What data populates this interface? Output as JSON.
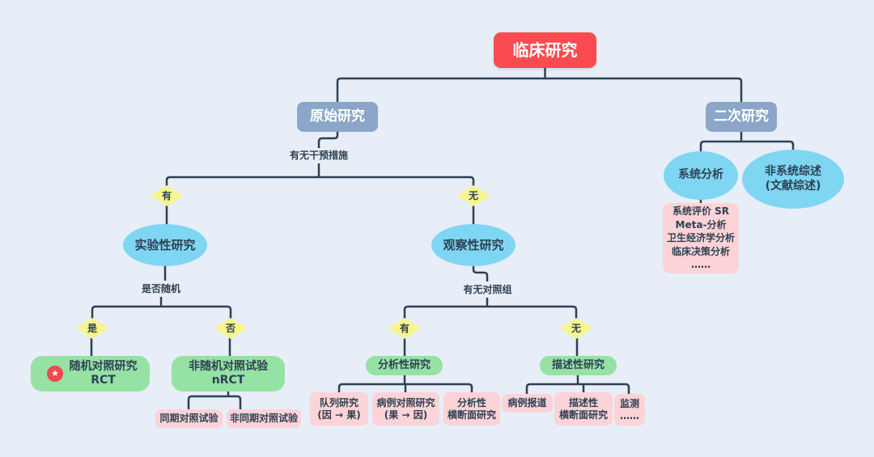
{
  "palette": {
    "background": "#e7eef8",
    "connector": "#2e4154",
    "root_red": "#fa4b50",
    "branch_blue_gray": "#8ba6c9",
    "ellipse_sky": "#7fd6f3",
    "diamond_yellow": "#f7f68c",
    "green": "#95e2a4",
    "pink": "#fcd3d7",
    "label_gray": "#eaeef5",
    "dark_text": "#2e4154",
    "star_red": "#f4474d"
  },
  "nodes": {
    "root": {
      "label": "临床研究"
    },
    "primary": {
      "label": "原始研究"
    },
    "secondary": {
      "label": "二次研究"
    },
    "q_intervention": {
      "label": "有无干预措施"
    },
    "yes1": {
      "label": "有"
    },
    "no1": {
      "label": "无"
    },
    "experimental": {
      "label": "实验性研究"
    },
    "observational": {
      "label": "观察性研究"
    },
    "q_random": {
      "label": "是否随机"
    },
    "yes2": {
      "label": "是"
    },
    "no2": {
      "label": "否"
    },
    "rct": {
      "line1": "随机对照研究",
      "line2": "RCT",
      "star_icon": "★"
    },
    "nrct": {
      "line1": "非随机对照试验",
      "line2": "nRCT"
    },
    "concurrent": {
      "label": "同期对照试验"
    },
    "nonconcurrent": {
      "label": "非同期对照试验"
    },
    "q_control": {
      "label": "有无对照组"
    },
    "yes3": {
      "label": "有"
    },
    "no3": {
      "label": "无"
    },
    "analytical": {
      "label": "分析性研究"
    },
    "descriptive": {
      "label": "描述性研究"
    },
    "cohort": {
      "line1": "队列研究",
      "line2": "(因 → 果)"
    },
    "case_control": {
      "line1": "病例对照研究",
      "line2": "(果 → 因)"
    },
    "analytical_cross": {
      "line1": "分析性",
      "line2": "横断面研究"
    },
    "case_report": {
      "label": "病例报道"
    },
    "descriptive_cross": {
      "line1": "描述性",
      "line2": "横断面研究"
    },
    "surveillance": {
      "line1": "监测",
      "line2": "……"
    },
    "systematic": {
      "label": "系统分析"
    },
    "narrative": {
      "line1": "非系统综述",
      "line2": "(文献综述)"
    },
    "sr_detail": {
      "lines": [
        "系统评价 SR",
        "Meta-分析",
        "卫生经济学分析",
        "临床决策分析",
        "……"
      ]
    }
  }
}
